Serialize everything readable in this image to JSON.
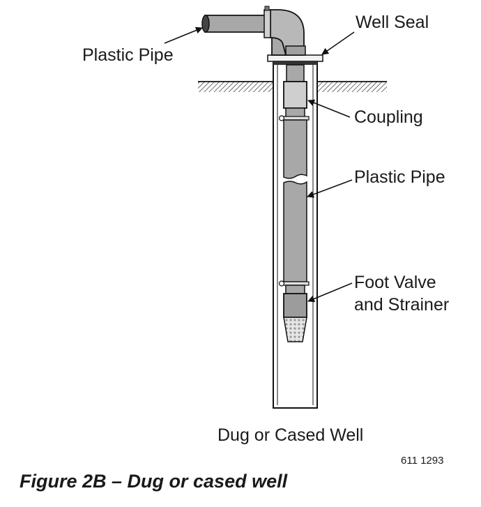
{
  "labels": {
    "plastic_pipe_top": "Plastic Pipe",
    "well_seal": "Well Seal",
    "coupling": "Coupling",
    "plastic_pipe_mid": "Plastic Pipe",
    "foot_valve_line1": "Foot Valve",
    "foot_valve_line2": "and Strainer"
  },
  "caption": "Dug or Cased Well",
  "figure_code": "611 1293",
  "figure_title": "Figure 2B – Dug or cased well"
}
